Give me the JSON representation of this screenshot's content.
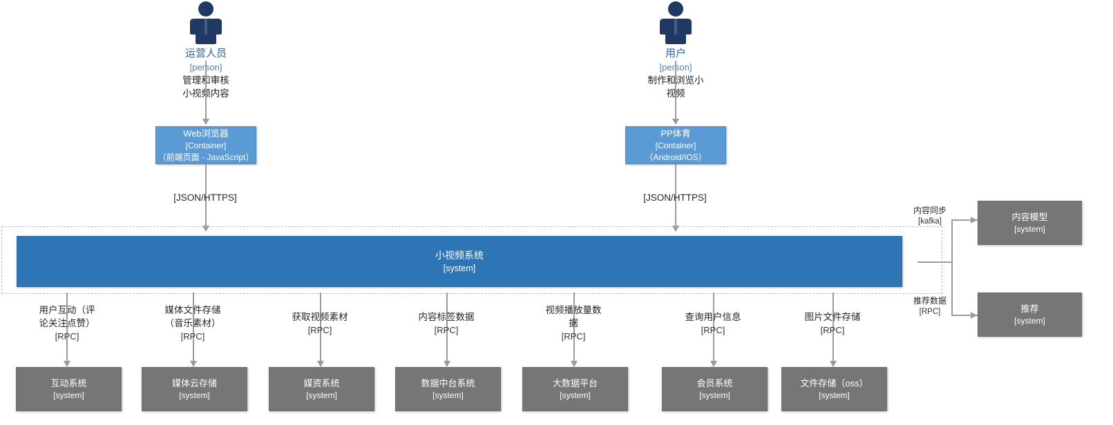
{
  "diagram": {
    "title": "小视频系统 C4 Context Diagram",
    "colors": {
      "person": "#1F3864",
      "person_label": "#2E5F9E",
      "container_blue": "#5B9BD5",
      "system_blue": "#2E75B6",
      "external_gray": "#767676",
      "connector": "#9A9A9A",
      "boundary_dash": "#B8B8B8"
    }
  },
  "people": [
    {
      "name": "运营人员",
      "type": "[person]",
      "desc_line1": "管理和审核",
      "desc_line2": "小视频内容"
    },
    {
      "name": "用户",
      "type": "[person]",
      "desc_line1": "制作和浏览小",
      "desc_line2": "视频"
    }
  ],
  "containers": [
    {
      "title": "Web浏览器",
      "type": "[Container]",
      "tech": "（前端页面 - JavaScript）"
    },
    {
      "title": "PP体育",
      "type": "[Container]",
      "tech": "（Android/IOS）"
    }
  ],
  "person_to_container_edges": [
    {
      "label": ""
    },
    {
      "label": ""
    }
  ],
  "container_to_system_edges": [
    {
      "label": "[JSON/HTTPS]"
    },
    {
      "label": "[JSON/HTTPS]"
    }
  ],
  "main_system": {
    "title": "小视频系统",
    "type": "[system]"
  },
  "downstream": [
    {
      "edge_line1": "用户互动（评",
      "edge_line2": "论关注点赞）",
      "edge_tech": "[RPC]",
      "title": "互动系统",
      "type": "[system]"
    },
    {
      "edge_line1": "媒体文件存储",
      "edge_line2": "（音乐素材）",
      "edge_tech": "[RPC]",
      "title": "媒体云存储",
      "type": "[system]"
    },
    {
      "edge_line1": "获取视频素材",
      "edge_line2": "",
      "edge_tech": "[RPC]",
      "title": "媒资系统",
      "type": "[system]"
    },
    {
      "edge_line1": "内容标签数据",
      "edge_line2": "",
      "edge_tech": "[RPC]",
      "title": "数据中台系统",
      "type": "[system]"
    },
    {
      "edge_line1": "视频播放量数",
      "edge_line2": "据",
      "edge_tech": "[RPC]",
      "title": "大数据平台",
      "type": "[system]"
    },
    {
      "edge_line1": "查询用户信息",
      "edge_line2": "",
      "edge_tech": "[RPC]",
      "title": "会员系统",
      "type": "[system]"
    },
    {
      "edge_line1": "图片文件存储",
      "edge_line2": "",
      "edge_tech": "[RPC]",
      "title": "文件存储（oss）",
      "type": "[system]"
    }
  ],
  "right_systems": [
    {
      "edge_label": "内容同步",
      "edge_tech": "[kafka]",
      "title": "内容模型",
      "type": "[system]"
    },
    {
      "edge_label": "推荐数据",
      "edge_tech": "[RPC]",
      "title": "推荐",
      "type": "[system]"
    }
  ]
}
